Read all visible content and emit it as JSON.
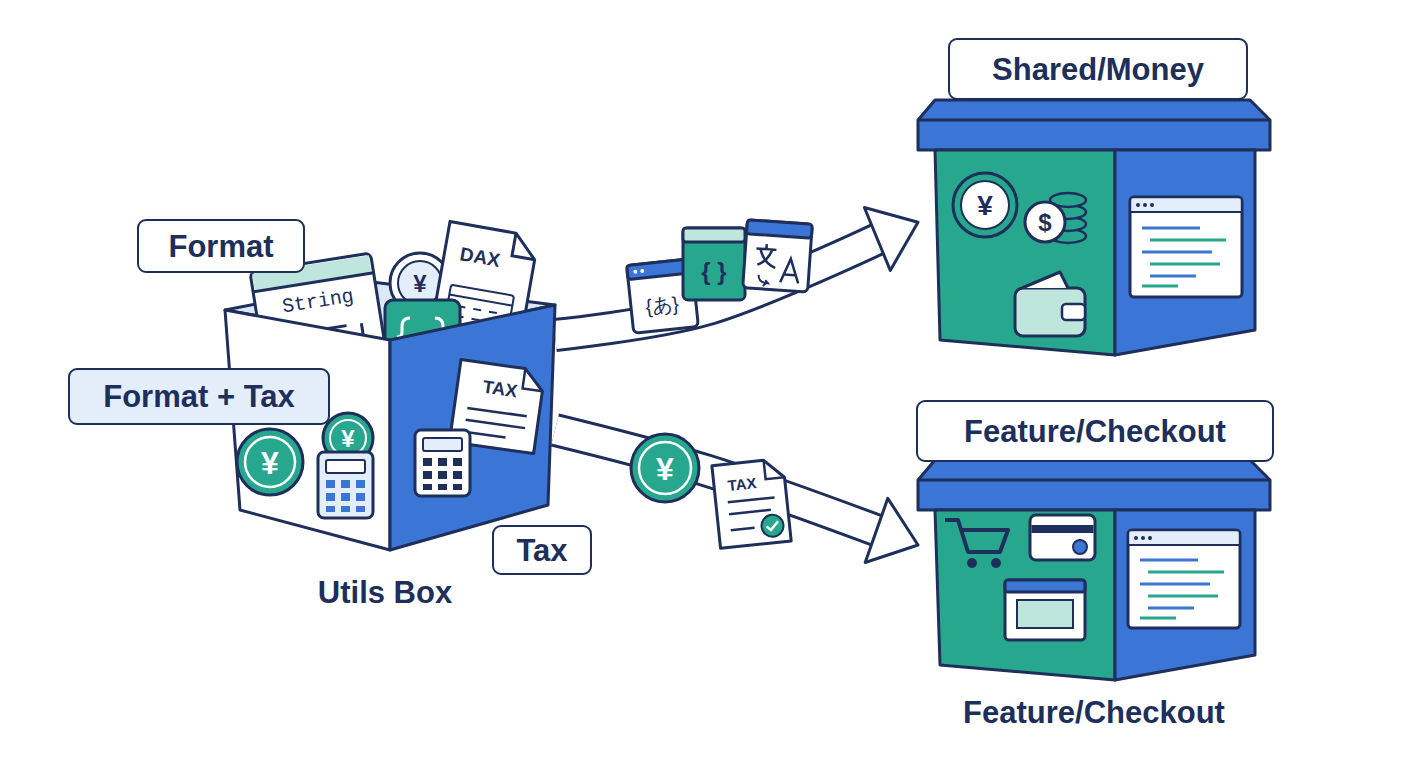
{
  "diagram": {
    "nodes": [
      {
        "text": [
          "Format"
        ]
      },
      {
        "text": [
          "Format + Tax"
        ]
      },
      {
        "text": [
          "Utils Box"
        ]
      },
      {
        "text": [
          "Tax"
        ]
      },
      {
        "text": [
          "Shared/Money"
        ]
      },
      {
        "text": [
          "Feature/Checkout",
          "Feature/Checkout"
        ]
      }
    ],
    "edges": [
      {
        "from": 2,
        "to": 4,
        "arrow": "to"
      },
      {
        "from": 2,
        "to": 5,
        "arrow": "to"
      }
    ],
    "labels": [
      "String",
      "DAX",
      "¥",
      "TAX",
      "¥",
      "¥",
      "{あ}",
      "{ }",
      "¥",
      "TAX",
      "¥",
      "$"
    ]
  }
}
